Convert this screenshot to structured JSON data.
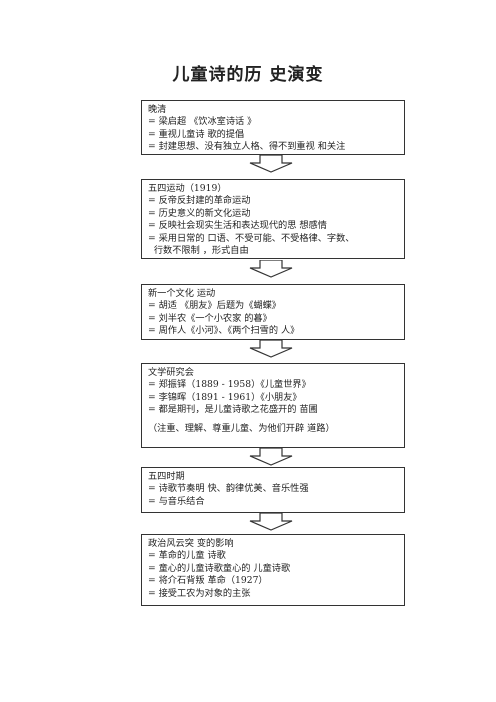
{
  "title": "儿童诗的历 史演变",
  "boxes": [
    {
      "lines": [
        "晚清",
        "= 梁启超 《饮冰室诗话 》",
        "= 重视儿童诗 歌的提倡",
        "= 封建思想、没有独立人格、得不到重视 和关注"
      ]
    },
    {
      "lines": [
        "五四运动（1919）",
        "= 反帝反封建的革命运动",
        "= 历史意义的新文化运动",
        "= 反映社会现实生活和表达现代的思 想感情",
        "= 采用日常的 口语、不受可能、不受格律、字数、",
        "  行数不限制 ，形式自由"
      ]
    },
    {
      "lines": [
        "新一个文化 运动",
        "= 胡适 《朋友》后题为《蝴蝶》",
        "= 刘半农《一个小农家 的暮》",
        "= 周作人《小河》、《两个扫雪的 人》"
      ]
    },
    {
      "lines": [
        "文学研究会",
        "= 郑振铎（1889 - 1958）《儿童世界》",
        "= 李锦晖（1891 - 1961）《小朋友》",
        "= 都是期刊，是儿童诗歌之花盛开的 苗圃",
        "",
        "（注重、理解、尊重儿童、为他们开辟 道路）"
      ]
    },
    {
      "lines": [
        "五四时期",
        "= 诗歌节奏明 快、韵律优美、音乐性强",
        "= 与音乐结合"
      ]
    },
    {
      "lines": [
        "政治风云突 变的影响",
        "= 革命的儿童 诗歌",
        "= 童心的儿童诗歌童心的 儿童诗歌",
        "= 将介石背叛 革命（1927）",
        "= 接受工农为对象的主张"
      ]
    }
  ]
}
